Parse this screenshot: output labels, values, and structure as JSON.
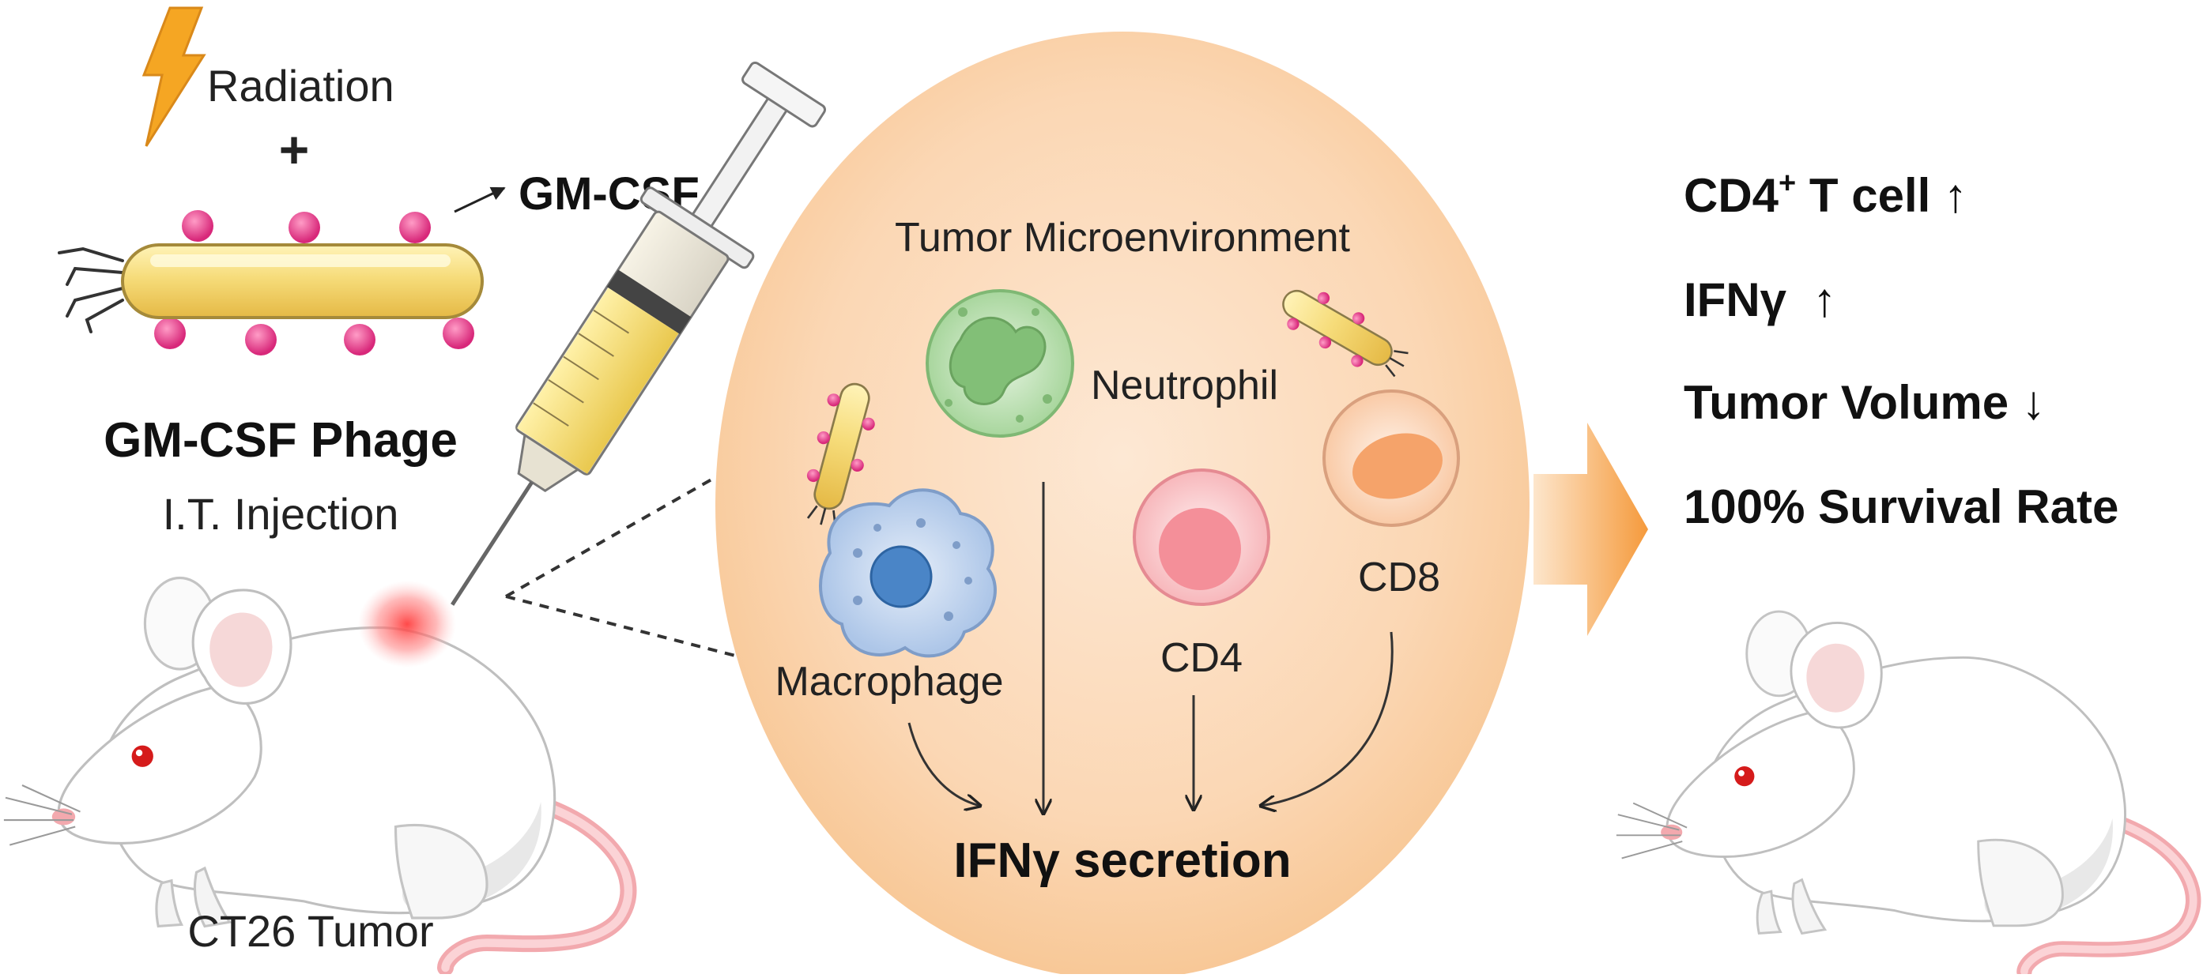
{
  "treatment": {
    "radiation_label": "Radiation",
    "plus_sign": "+",
    "gmcsf_label": "GM-CSF",
    "phage_title": "GM-CSF Phage",
    "injection_label": "I.T. Injection",
    "tumor_label": "CT26 Tumor"
  },
  "microenvironment": {
    "title": "Tumor Microenvironment",
    "cells": {
      "neutrophil": "Neutrophil",
      "macrophage": "Macrophage",
      "cd4": "CD4",
      "cd8": "CD8"
    },
    "secretion_label": "IFNγ secretion"
  },
  "outcomes": {
    "cd4_prefix": "CD4",
    "cd4_sup": "+",
    "cd4_rest": " T cell ↑",
    "ifng": "IFNγ  ↑",
    "tumor_volume": "Tumor Volume ↓",
    "survival": "100% Survival Rate"
  },
  "colors": {
    "phage_body": "#f3d46a",
    "phage_dot": "#e0408a",
    "bolt": "#f5a623",
    "circle_bg": "#fbd9b8",
    "arrow": "#f7a14a",
    "neutrophil": "#a9d6a0",
    "macrophage": "#b7cdea",
    "cd4": "#f59aa2",
    "cd8": "#f6a872",
    "tumor_spot": "#ff5a5a",
    "mouse_eye": "#d51b1b"
  }
}
